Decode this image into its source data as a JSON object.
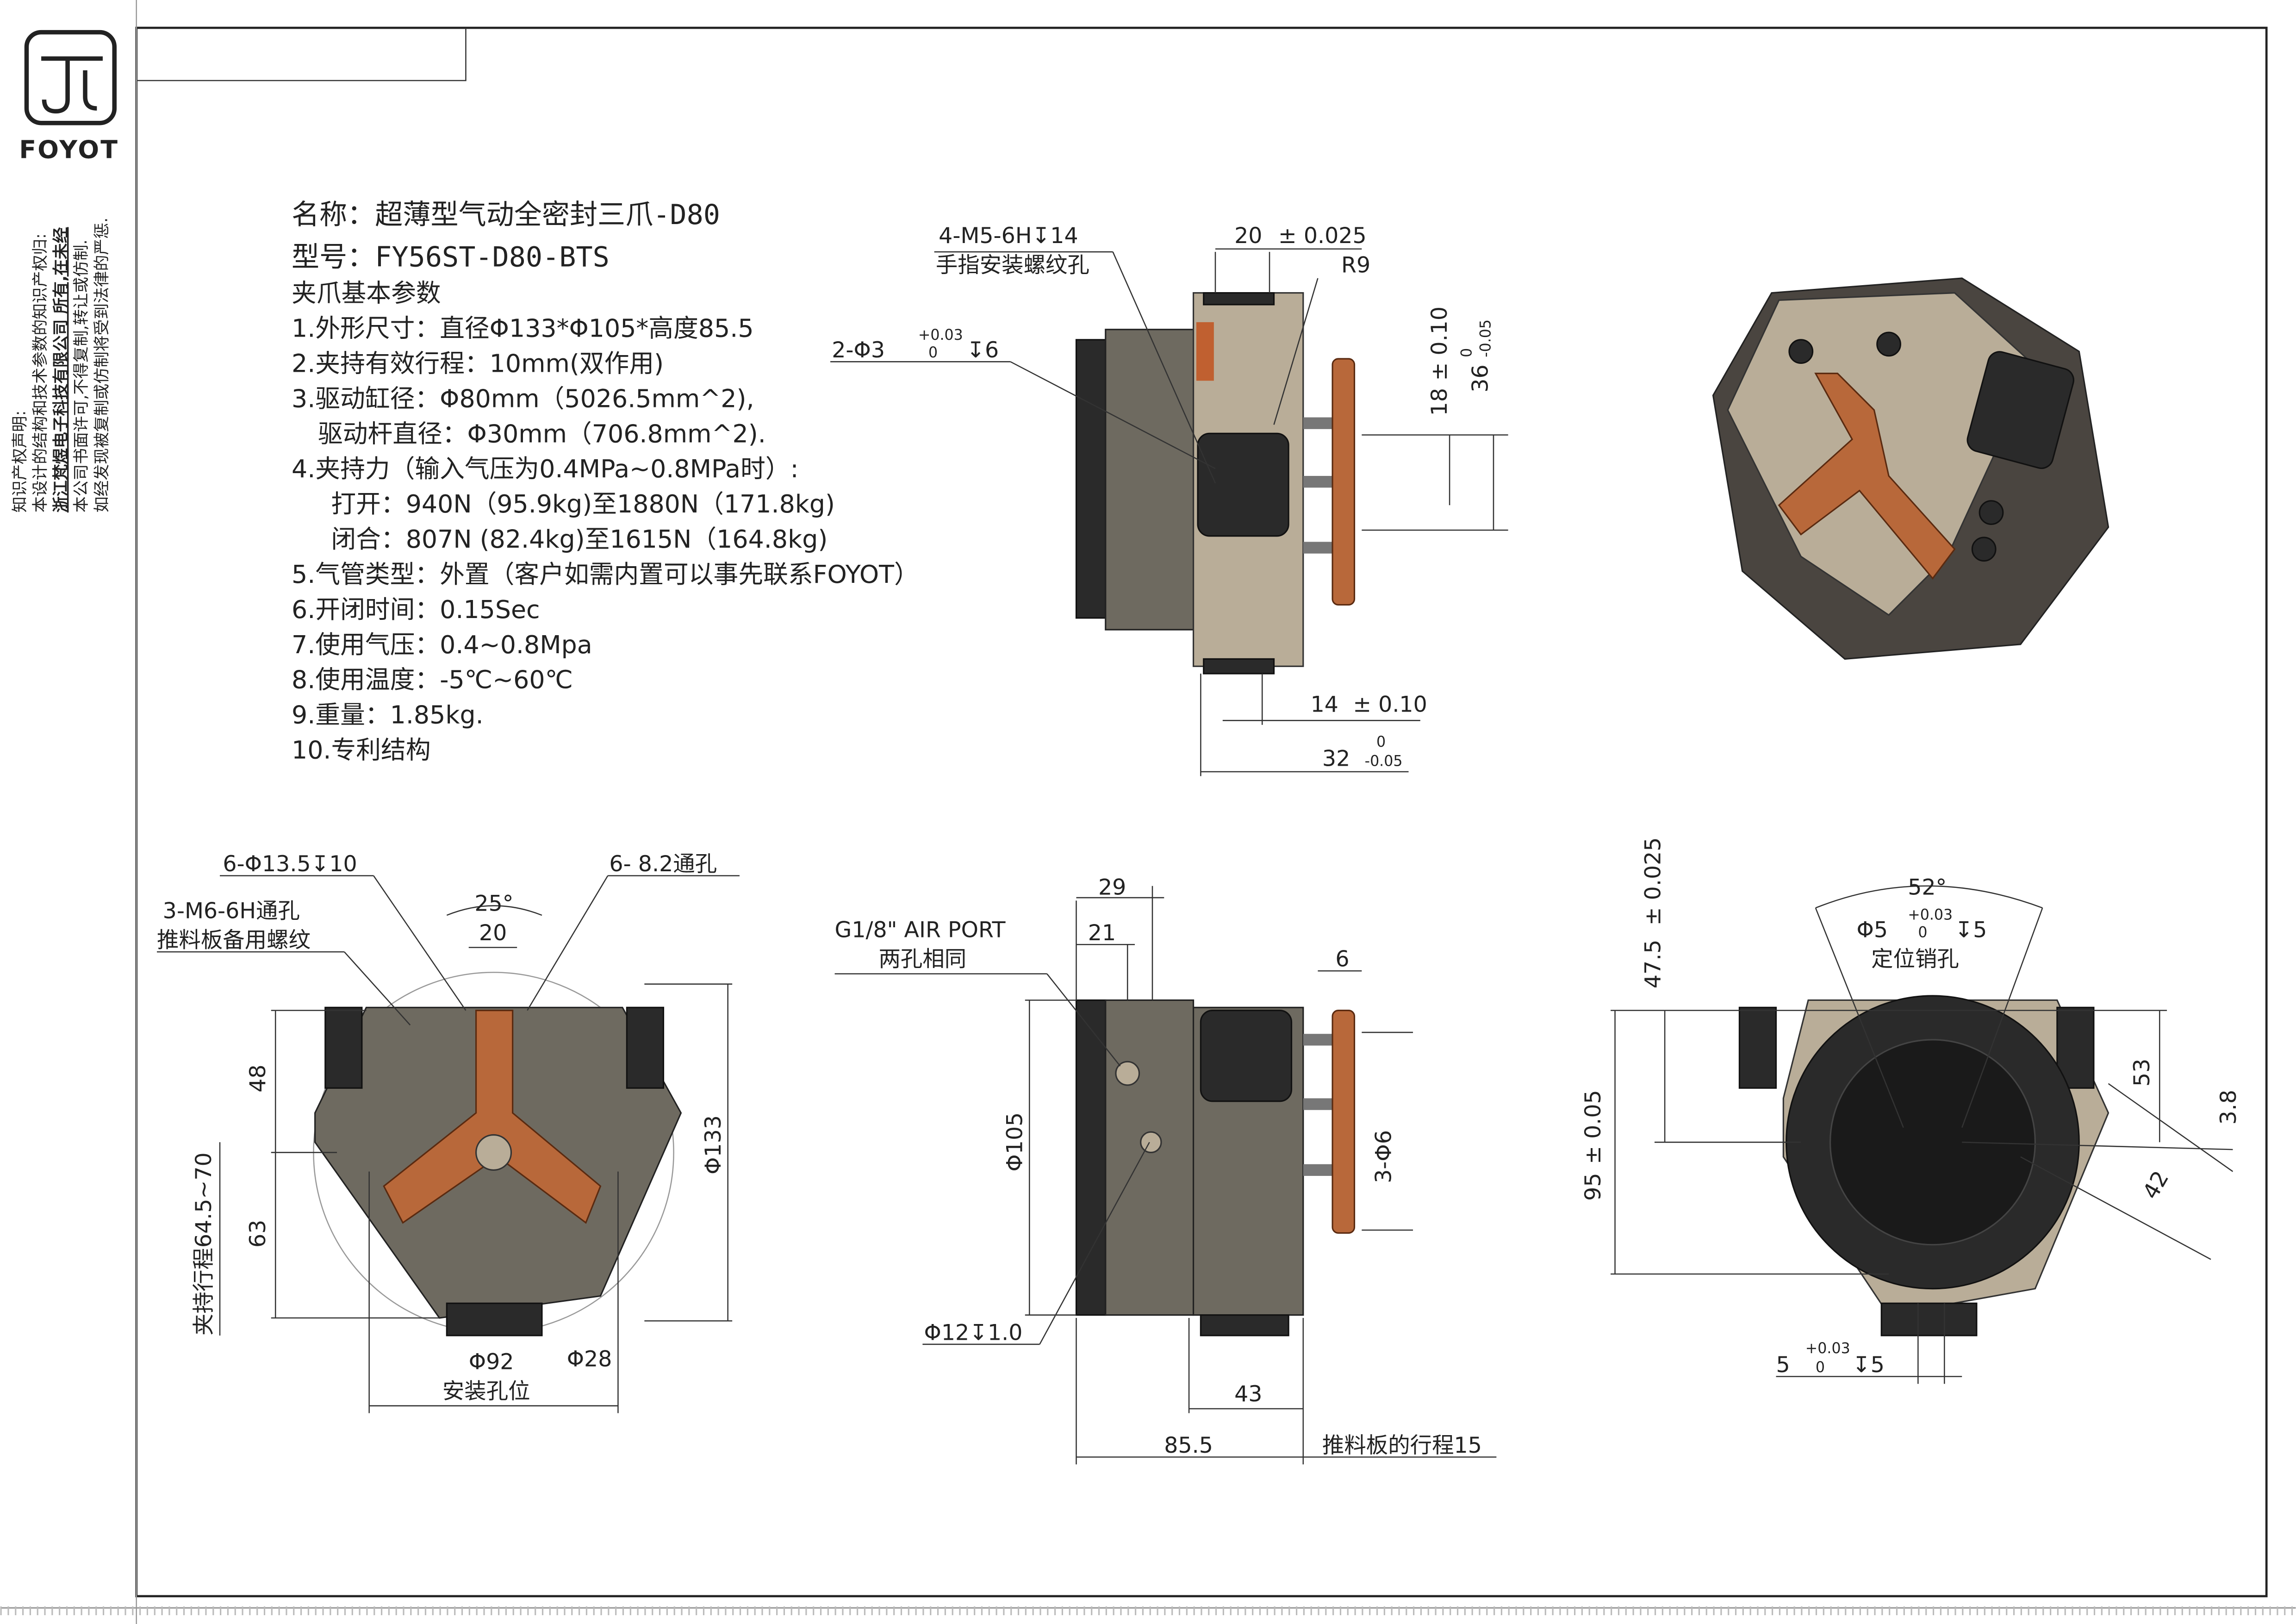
{
  "logo": {
    "brand": "FOYOT"
  },
  "legal": {
    "lines": [
      "知识产权声明:",
      "本设计的结构和技术参数的知识产权归:",
      "浙江梵煜电子科技有限公司 所有,在未经",
      "本公司书面许可,不得复制,转让或仿制.",
      "如经发现被复制或仿制将受到法律的严惩."
    ]
  },
  "specs": {
    "name": "名称：超薄型气动全密封三爪-D80",
    "model": "型号：FY56ST-D80-BTS",
    "heading": "夹爪基本参数",
    "items": [
      "1.外形尺寸：直径Φ133*Φ105*高度85.5",
      "2.夹持有效行程：10mm(双作用)",
      "3.驱动缸径：Φ80mm（5026.5mm^2),",
      "驱动杆直径：Φ30mm（706.8mm^2).",
      "4.夹持力（输入气压为0.4MPa~0.8MPa时）:",
      "打开：940N（95.9kg)至1880N（171.8kg)",
      "闭合：807N (82.4kg)至1615N（164.8kg)",
      "5.气管类型：外置（客户如需内置可以事先联系FOYOT）",
      "6.开闭时间：0.15Sec",
      "7.使用气压：0.4~0.8Mpa",
      "8.使用温度：-5℃~60℃",
      "9.重量：1.85kg.",
      "10.专利结构"
    ]
  },
  "top_side_view": {
    "d_thread": "4-M5-6H↧14",
    "d_thread_note": "手指安装螺纹孔",
    "d_20": "20",
    "d_20_tol": "± 0.025",
    "d_r9": "R9",
    "d_pin": "2-Φ3",
    "d_pin_tol_up": "+0.03",
    "d_pin_tol_lo": "0",
    "d_pin_depth": "↧6",
    "d_18": "18",
    "d_18_tol": "± 0.10",
    "d_36": "36",
    "d_36_tol_up": "0",
    "d_36_tol_lo": "-0.05",
    "d_14": "14",
    "d_14_tol": "± 0.10",
    "d_32": "32",
    "d_32_tol_up": "0",
    "d_32_tol_lo": "-0.05"
  },
  "front_view": {
    "d_holes": "6-Φ13.5↧10",
    "d_thru": "6- 8.2通孔",
    "d_m6": "3-M6-6H通孔",
    "d_m6_note": "推料板备用螺纹",
    "d_25": "25°",
    "d_20": "20",
    "d_48": "48",
    "d_63": "63",
    "d_stroke": "夹持行程64.5~70",
    "d_133": "Φ133",
    "d_92": "Φ92",
    "d_92_note": "安装孔位",
    "d_28": "Φ28"
  },
  "bottom_side_view": {
    "d_port": "G1/8\" AIR PORT",
    "d_port_note": "两孔相同",
    "d_29": "29",
    "d_21": "21",
    "d_6": "6",
    "d_105": "Φ105",
    "d_3x6": "3-Φ6",
    "d_12": "Φ12↧1.0",
    "d_43": "43",
    "d_855": "85.5",
    "d_push": "推料板的行程15"
  },
  "back_view": {
    "d_52": "52°",
    "d_pin": "Φ5",
    "d_pin_tol_up": "+0.03",
    "d_pin_tol_lo": "0",
    "d_pin_depth": "↧5",
    "d_pin_note": "定位销孔",
    "d_475": "47.5",
    "d_475_tol": "± 0.025",
    "d_95": "95",
    "d_95_tol": "± 0.05",
    "d_53": "53",
    "d_38": "3.8",
    "d_42": "42",
    "d_5": "5",
    "d_5_tol_up": "+0.03",
    "d_5_tol_lo": "0",
    "d_5_depth": "↧5"
  },
  "colors": {
    "frame": "#222222",
    "body": "#6e6a60",
    "finger": "#b8683a",
    "housing": "#b9ad98"
  }
}
